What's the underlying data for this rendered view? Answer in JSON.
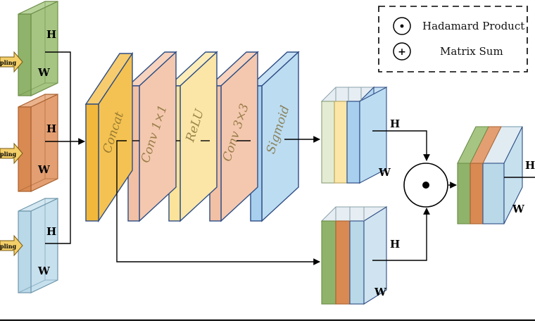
{
  "legend": {
    "hadamard": "Hadamard Product",
    "sum": "Matrix Sum"
  },
  "inputs": {
    "tag": "pling",
    "dims": {
      "h": "H",
      "w": "W"
    },
    "colors": [
      "#8fb36a",
      "#d98a52",
      "#b9d8e8"
    ]
  },
  "blocks": [
    "Concat",
    "Conv 1×1",
    "ReLU",
    "Conv 3×3",
    "Sigmoid"
  ],
  "dims": {
    "h": "H",
    "w": "W"
  },
  "colors": {
    "concat": "#f2b83b",
    "conv": "#f2c0a4",
    "relu": "#fbe39a",
    "sigmoid": "#a8d0ee",
    "green": "#8fb36a",
    "orange": "#d98a52",
    "blue": "#b9d8e8"
  }
}
